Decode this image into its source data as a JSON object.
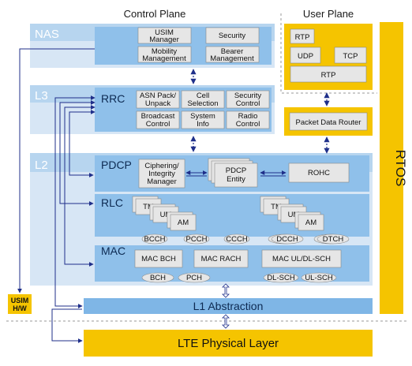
{
  "planes": {
    "control": "Control Plane",
    "user": "User Plane"
  },
  "nas": {
    "label": "NAS",
    "usim_manager": [
      "USIM",
      "Manager"
    ],
    "security": "Security",
    "mobility_management": [
      "Mobility",
      "Management"
    ],
    "bearer_management": [
      "Bearer",
      "Management"
    ]
  },
  "l3": {
    "label": "L3",
    "rrc": "RRC",
    "asn": [
      "ASN Pack/",
      "Unpack"
    ],
    "cell_selection": [
      "Cell",
      "Selection"
    ],
    "security_control": [
      "Security",
      "Control"
    ],
    "broadcast_control": [
      "Broadcast",
      "Control"
    ],
    "system_info": [
      "System",
      "Info"
    ],
    "radio_control": [
      "Radio",
      "Control"
    ]
  },
  "user_plane": {
    "rtp_top": "RTP",
    "udp": "UDP",
    "tcp": "TCP",
    "rtp_bottom": "RTP",
    "packet_data_router": "Packet Data Router"
  },
  "l2": {
    "label": "L2",
    "pdcp": "PDCP",
    "ciphering": [
      "Ciphering/",
      "Integrity",
      "Manager"
    ],
    "pdcp_entity": [
      "PDCP",
      "Entity"
    ],
    "rohc": "ROHC",
    "rlc": "RLC",
    "tm": "TM",
    "um": "UM",
    "am": "AM",
    "channels_logical": [
      "BCCH",
      "PCCH",
      "CCCH",
      "DCCH",
      "DTCH"
    ],
    "mac": "MAC",
    "mac_bch": "MAC BCH",
    "mac_rach": "MAC RACH",
    "mac_ul_dl_sch": "MAC UL/DL-SCH",
    "channels_transport": [
      "BCH",
      "PCH",
      "DL-SCH",
      "UL-SCH"
    ]
  },
  "usim_hw": [
    "USIM",
    "H/W"
  ],
  "l1_abstraction": "L1 Abstraction",
  "lte_physical_layer": "LTE Physical Layer",
  "rtos": "RTOS",
  "colors": {
    "layer_bg": "#d7e6f5",
    "sub_bg": "#8fc0ea",
    "module_bg": "#b9d8f4",
    "box_fill": "#e6e6e6",
    "yellow": "#f5c400",
    "arrow": "#1f2f8a"
  }
}
